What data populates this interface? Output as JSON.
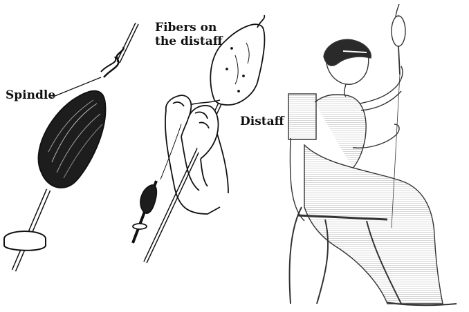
{
  "labels": {
    "spindle": "Spindle",
    "fibers_line1": "Fibers on",
    "fibers_line2": "the distaff",
    "distaff": "Distaff"
  },
  "colors": {
    "ink": "#111111",
    "paper": "#ffffff",
    "yarn": "#222222",
    "hatch": "#555555"
  },
  "figures": [
    {
      "name": "spindle-drawing",
      "depicts": "hand spindle with wound yarn and whorl"
    },
    {
      "name": "hands-spinning-drawing",
      "depicts": "hands drafting fibers from a distaff onto a drop spindle"
    },
    {
      "name": "seated-woman-drawing",
      "depicts": "seated woman spinning with distaff and spindle"
    }
  ]
}
